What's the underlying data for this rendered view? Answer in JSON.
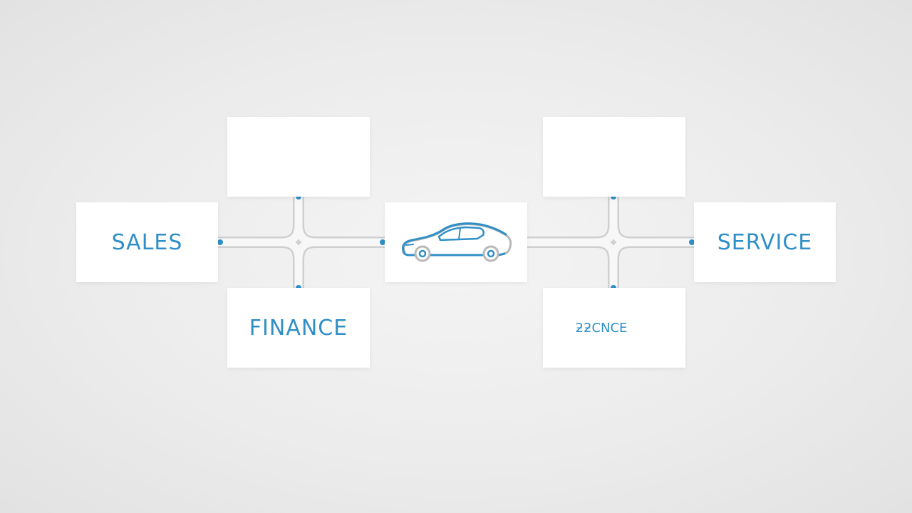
{
  "nodes": {
    "sales": {
      "label": "SALES"
    },
    "finance": {
      "label": "FINANCE"
    },
    "service": {
      "label": "SERVICE"
    },
    "bottom_right": {
      "label": "ƻƻCNCE"
    },
    "top_left": {
      "label": ""
    },
    "top_right": {
      "label": ""
    },
    "center": {
      "icon": "car-icon"
    }
  },
  "colors": {
    "accent": "#2f8fc6",
    "connector": "#f7f7f7",
    "connector_shadow": "#cfcfcf",
    "dot": "#2f8fc6",
    "card": "#ffffff",
    "car_outline_gray": "#b8b8b8"
  }
}
